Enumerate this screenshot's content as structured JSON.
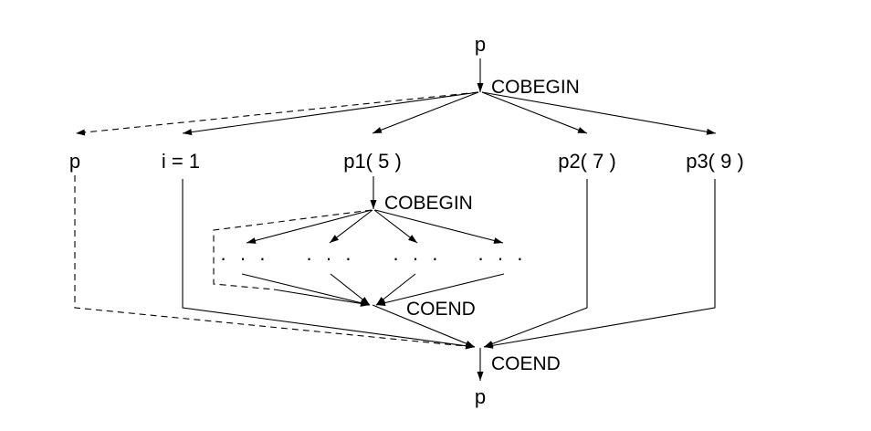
{
  "nodes": {
    "top_p": "p",
    "cobegin_outer": "COBEGIN",
    "child_p": "p",
    "assign": "i = 1",
    "p1": "p1( 5 )",
    "p2": "p2( 7 )",
    "p3": "p3( 9 )",
    "cobegin_inner": "COBEGIN",
    "dots": [
      "· · ·",
      "· · ·",
      "· · ·",
      "· · ·"
    ],
    "coend_inner": "COEND",
    "coend_outer": "COEND",
    "bottom_p": "p"
  }
}
